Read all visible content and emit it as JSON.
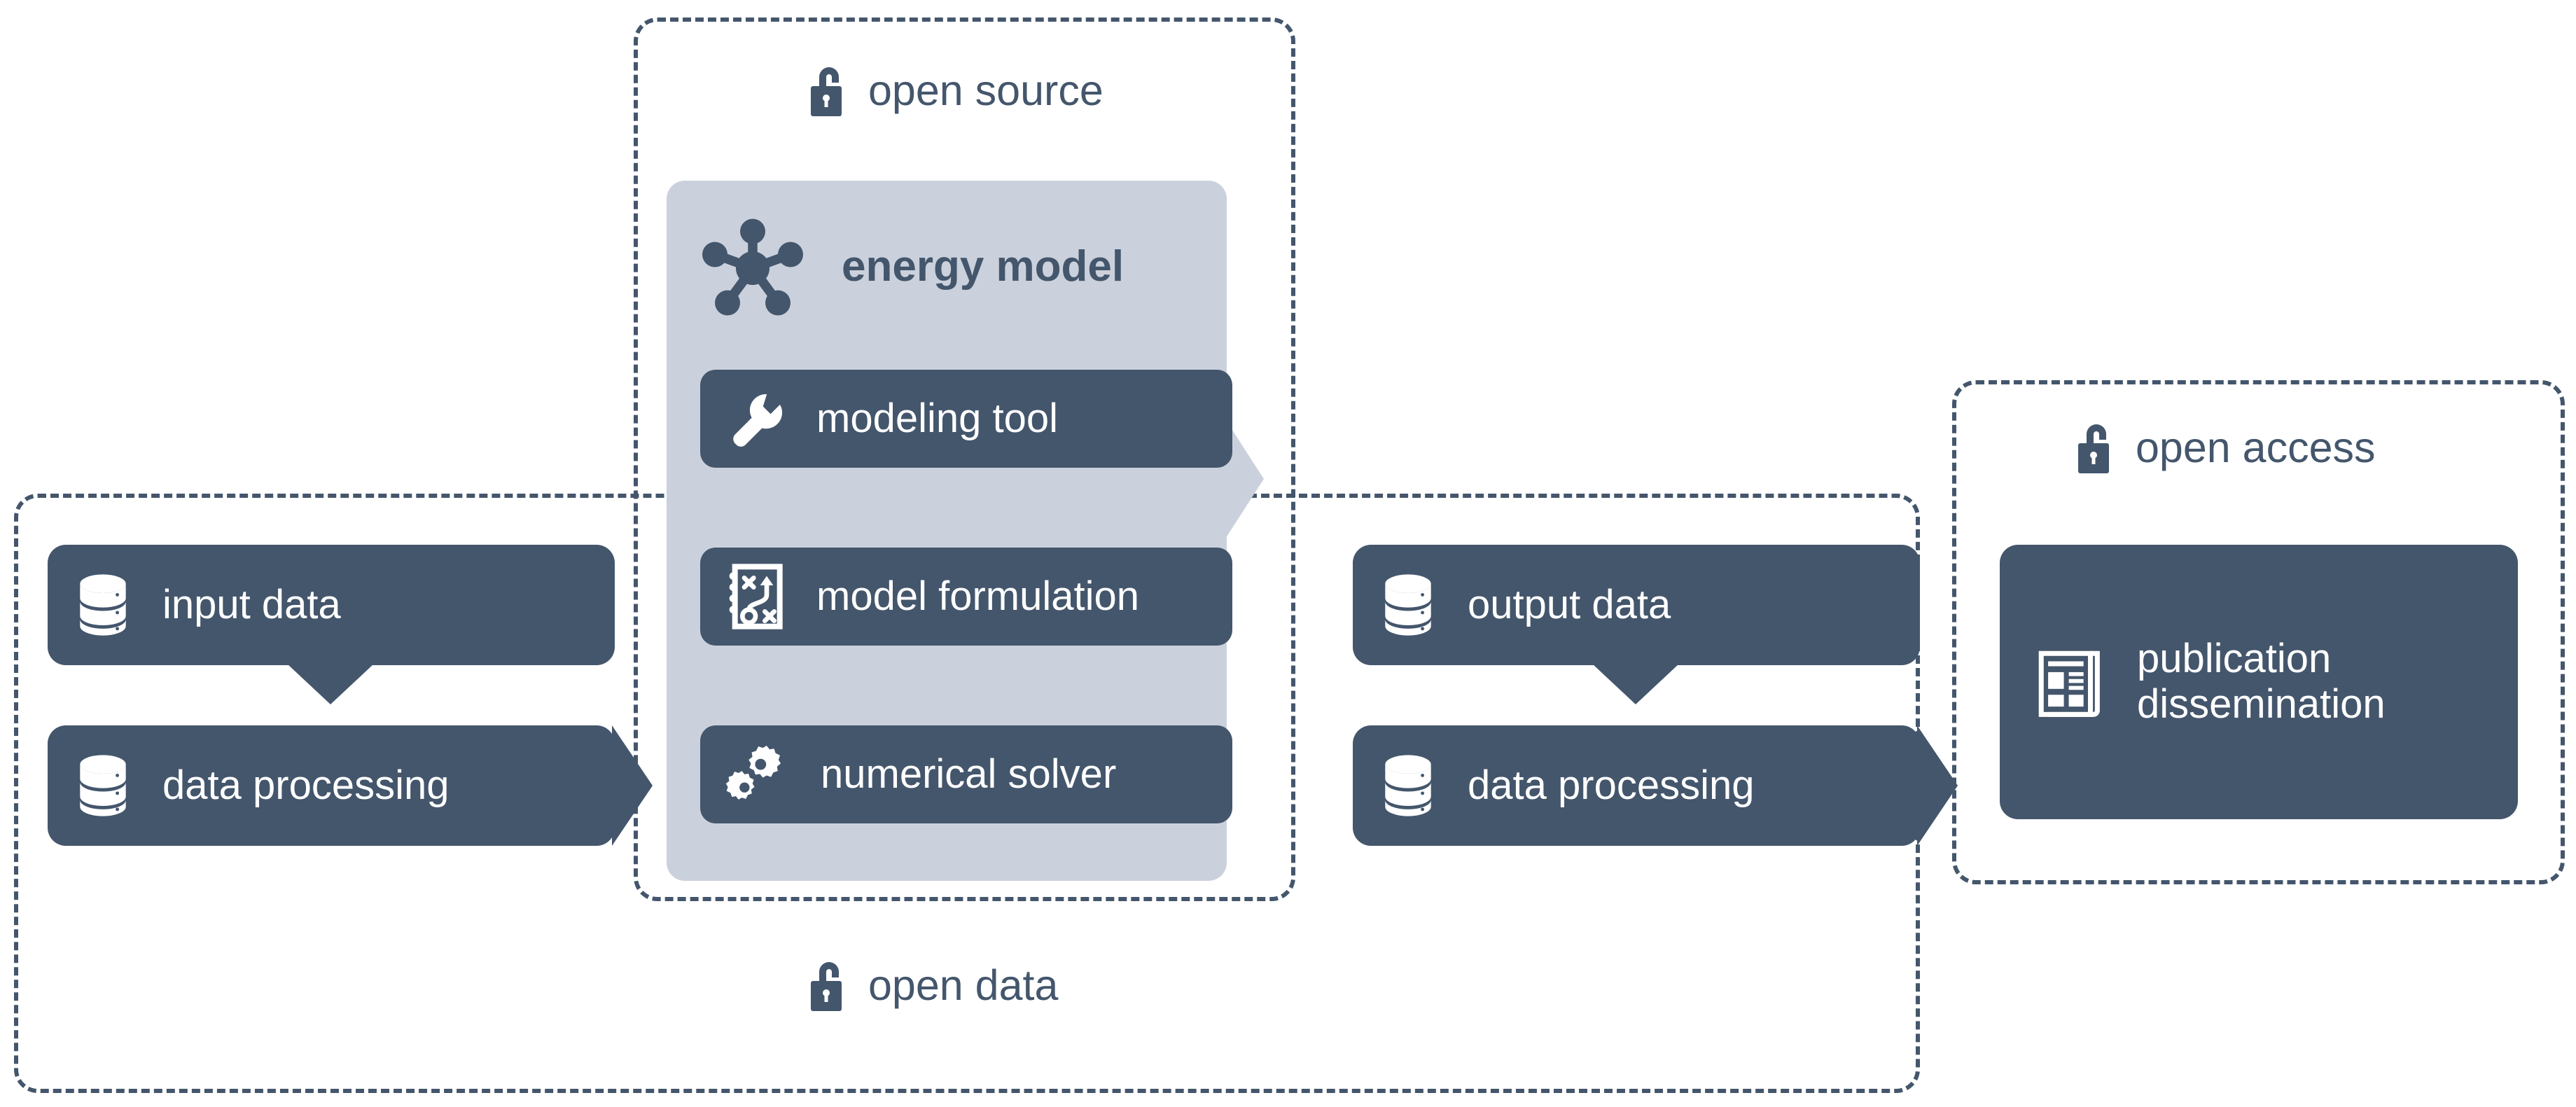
{
  "colors": {
    "dark": "#44566C",
    "panel": "#CBD1DC",
    "background": "#FFFFFF",
    "text_on_dark": "#FFFFFF"
  },
  "scopes": [
    {
      "id": "open-source",
      "label": "open source",
      "icon": "unlock-padlock-icon"
    },
    {
      "id": "open-data",
      "label": "open data",
      "icon": "unlock-padlock-icon"
    },
    {
      "id": "open-access",
      "label": "open access",
      "icon": "unlock-padlock-icon"
    }
  ],
  "energy_model": {
    "title": "energy model",
    "icon": "network-hub-icon",
    "components": [
      {
        "label": "modeling tool",
        "icon": "wrench-icon"
      },
      {
        "label": "model formulation",
        "icon": "strategy-board-icon"
      },
      {
        "label": "numerical solver",
        "icon": "gears-icon"
      }
    ]
  },
  "input_group": {
    "data_node": {
      "label": "input data",
      "icon": "database-icon"
    },
    "process_node": {
      "label": "data processing",
      "icon": "database-icon"
    }
  },
  "output_group": {
    "data_node": {
      "label": "output data",
      "icon": "database-icon"
    },
    "process_node": {
      "label": "data processing",
      "icon": "database-icon"
    }
  },
  "publication": {
    "line1": "publication",
    "line2": "dissemination",
    "icon": "newspaper-icon"
  }
}
